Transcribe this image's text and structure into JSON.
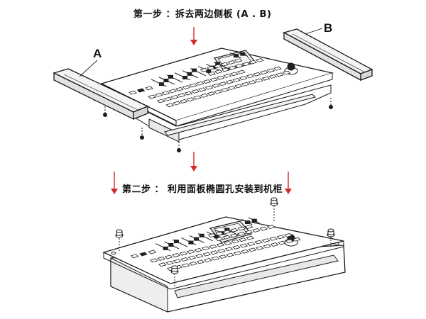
{
  "steps": [
    {
      "text": "第一步 ：拆去两边侧板  (A . B)"
    },
    {
      "text": "第二步 ： 利用面板椭圆孔安装到机柜"
    }
  ],
  "callouts": {
    "a": "A",
    "b": "B"
  },
  "colors": {
    "arrow": "#d22b2b",
    "line": "#1a1a1a",
    "panel_fill": "#f4f4f4"
  }
}
